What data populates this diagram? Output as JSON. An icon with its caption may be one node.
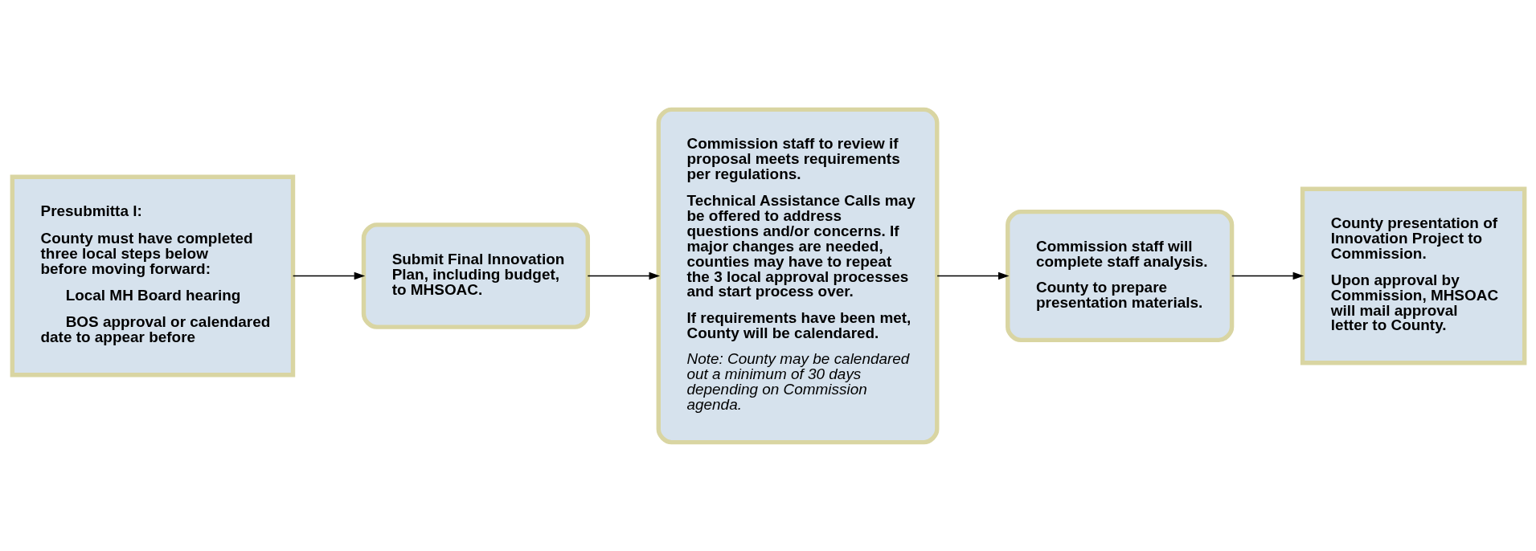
{
  "diagram": {
    "nodes": [
      {
        "text": [
          "Presubmitta l:",
          "County must have completed three local steps below before moving forward:",
          "Local MH Board hearing",
          "BOS approval or calendared date to appear before"
        ]
      },
      {
        "text": [
          "Submit Final Innovation Plan, including budget, to MHSOAC."
        ]
      },
      {
        "text": [
          "Commission staff to review if proposal meets requirements per regulations.",
          "Technical Assistance Calls may be offered to address questions and/or concerns. If major changes are needed, counties may have to repeat the 3 local approval processes and start process over.",
          "If requirements have been met, County will be calendared.",
          "Note: County may be calendared out a minimum of 30 days depending on Commission agenda."
        ]
      },
      {
        "text": [
          "Commission staff will complete staff analysis.",
          "County to prepare presentation materials."
        ]
      },
      {
        "text": [
          "County presentation of Innovation Project to Commission.",
          "Upon approval by Commission, MHSOAC will mail approval letter to County."
        ]
      }
    ],
    "edges": [
      {
        "from": 0,
        "to": 1,
        "arrow": "to"
      },
      {
        "from": 1,
        "to": 2,
        "arrow": "to"
      },
      {
        "from": 2,
        "to": 3,
        "arrow": "to"
      },
      {
        "from": 3,
        "to": 4,
        "arrow": "to"
      }
    ]
  }
}
